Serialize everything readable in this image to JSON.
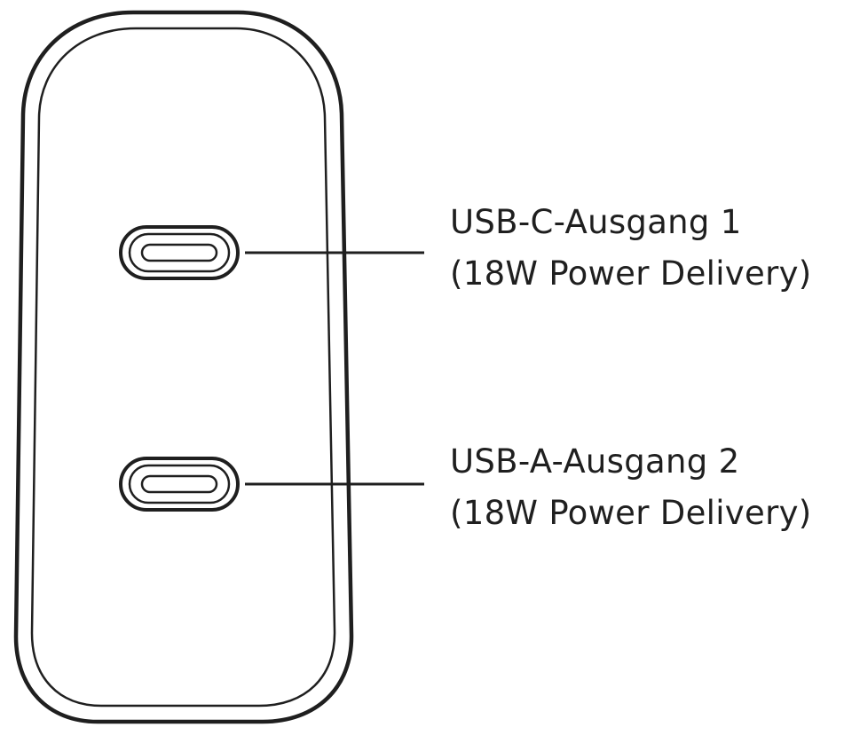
{
  "colors": {
    "stroke": "#1f1f1f",
    "background": "#ffffff",
    "port_fill": "#ffffff"
  },
  "ports": [
    {
      "id": "port-1",
      "name_line": "USB-C-Ausgang 1",
      "spec_line": "(18W Power Delivery)"
    },
    {
      "id": "port-2",
      "name_line": "USB-A-Ausgang 2",
      "spec_line": "(18W Power Delivery)"
    }
  ]
}
